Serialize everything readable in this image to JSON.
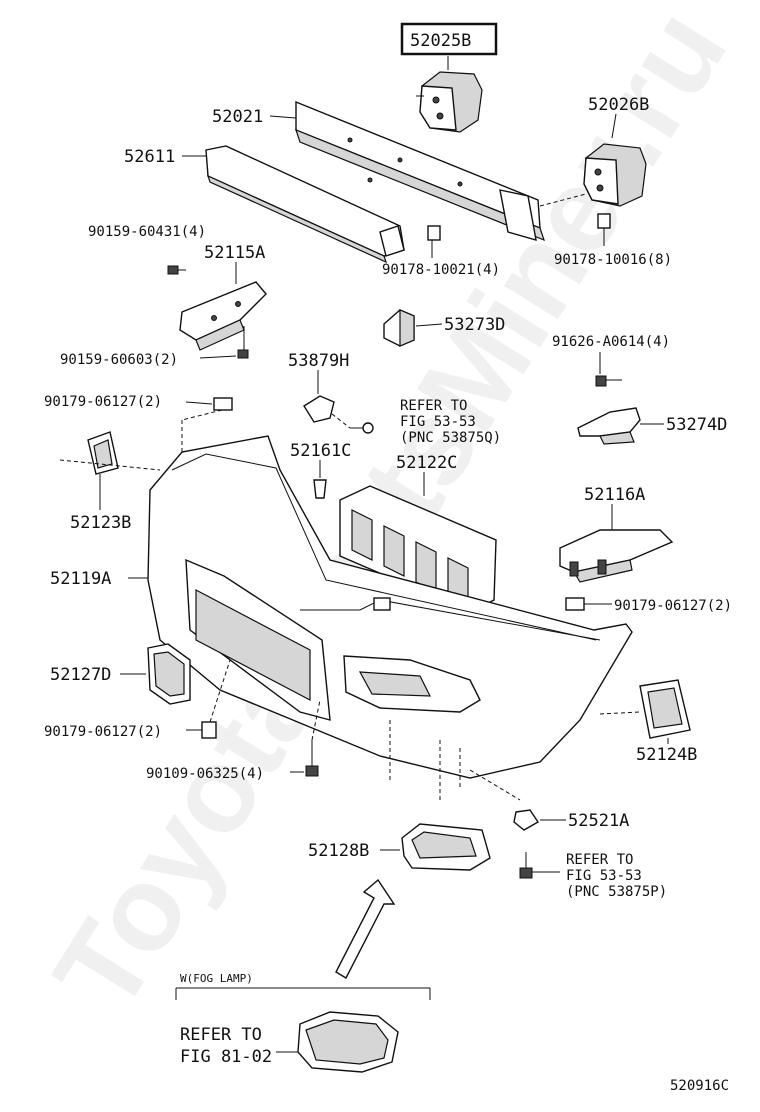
{
  "diagram_code": "520916C",
  "watermark": "ToyotaPartsMiner.ru",
  "fog_lamp_note": "W(FOG LAMP)",
  "labels": {
    "p52025B": "52025B",
    "p52021": "52021",
    "p52026B": "52026B",
    "p52611": "52611",
    "p90159a": "90159-60431(4)",
    "p52115A": "52115A",
    "p90178a": "90178-10021(4)",
    "p90178b": "90178-10016(8)",
    "p53273D": "53273D",
    "p90159b": "90159-60603(2)",
    "p53879H": "53879H",
    "p91626": "91626-A0614(4)",
    "p90179a": "90179-06127(2)",
    "p53274D": "53274D",
    "p52161C": "52161C",
    "p52122C": "52122C",
    "p52123B": "52123B",
    "p52116A": "52116A",
    "p52119A": "52119A",
    "p90179b": "90179-06127(2)",
    "p52127D": "52127D",
    "p90179c": "90179-06127(2)",
    "p52124B": "52124B",
    "p90109": "90109-06325(4)",
    "p52521A": "52521A",
    "p52128B": "52128B"
  },
  "refs": {
    "r1": [
      "REFER TO",
      "FIG 53-53",
      "(PNC 53875Q)"
    ],
    "r2": [
      "REFER TO",
      "FIG 53-53",
      "(PNC 53875P)"
    ],
    "r3": [
      "REFER TO",
      "FIG 81-02"
    ]
  }
}
